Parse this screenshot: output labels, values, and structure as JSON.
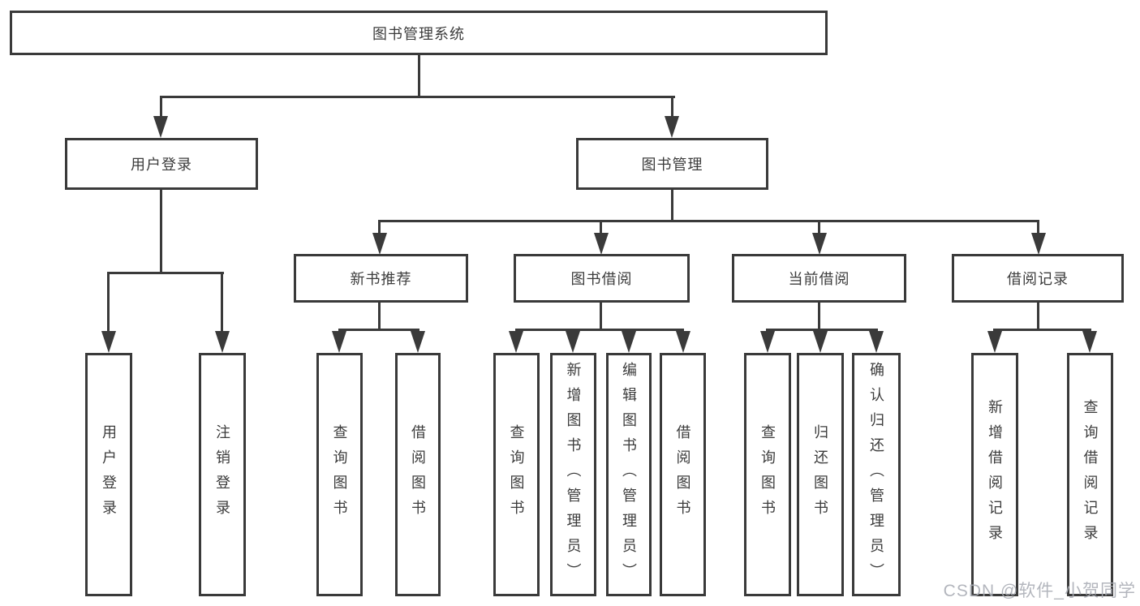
{
  "watermark": "CSDN @软件_小贺同学",
  "colors": {
    "background": "#ffffff",
    "line": "#3a3a3a",
    "box_border": "#3a3a3a",
    "box_fill": "#ffffff",
    "text": "#3c3c3c",
    "watermark": "#a9acb4"
  },
  "tree": {
    "label": "图书管理系统",
    "children": [
      {
        "label": "用户登录",
        "children": [
          {
            "label": "用户登录"
          },
          {
            "label": "注销登录"
          }
        ]
      },
      {
        "label": "图书管理",
        "children": [
          {
            "label": "新书推荐",
            "children": [
              {
                "label": "查询图书"
              },
              {
                "label": "借阅图书"
              }
            ]
          },
          {
            "label": "图书借阅",
            "children": [
              {
                "label": "查询图书"
              },
              {
                "label": "新增图书（管理员）"
              },
              {
                "label": "编辑图书（管理员）"
              },
              {
                "label": "借阅图书"
              }
            ]
          },
          {
            "label": "当前借阅",
            "children": [
              {
                "label": "查询图书"
              },
              {
                "label": "归还图书"
              },
              {
                "label": "确认归还（管理员）"
              }
            ]
          },
          {
            "label": "借阅记录",
            "children": [
              {
                "label": "新增借阅记录"
              },
              {
                "label": "查询借阅记录"
              }
            ]
          }
        ]
      }
    ]
  }
}
